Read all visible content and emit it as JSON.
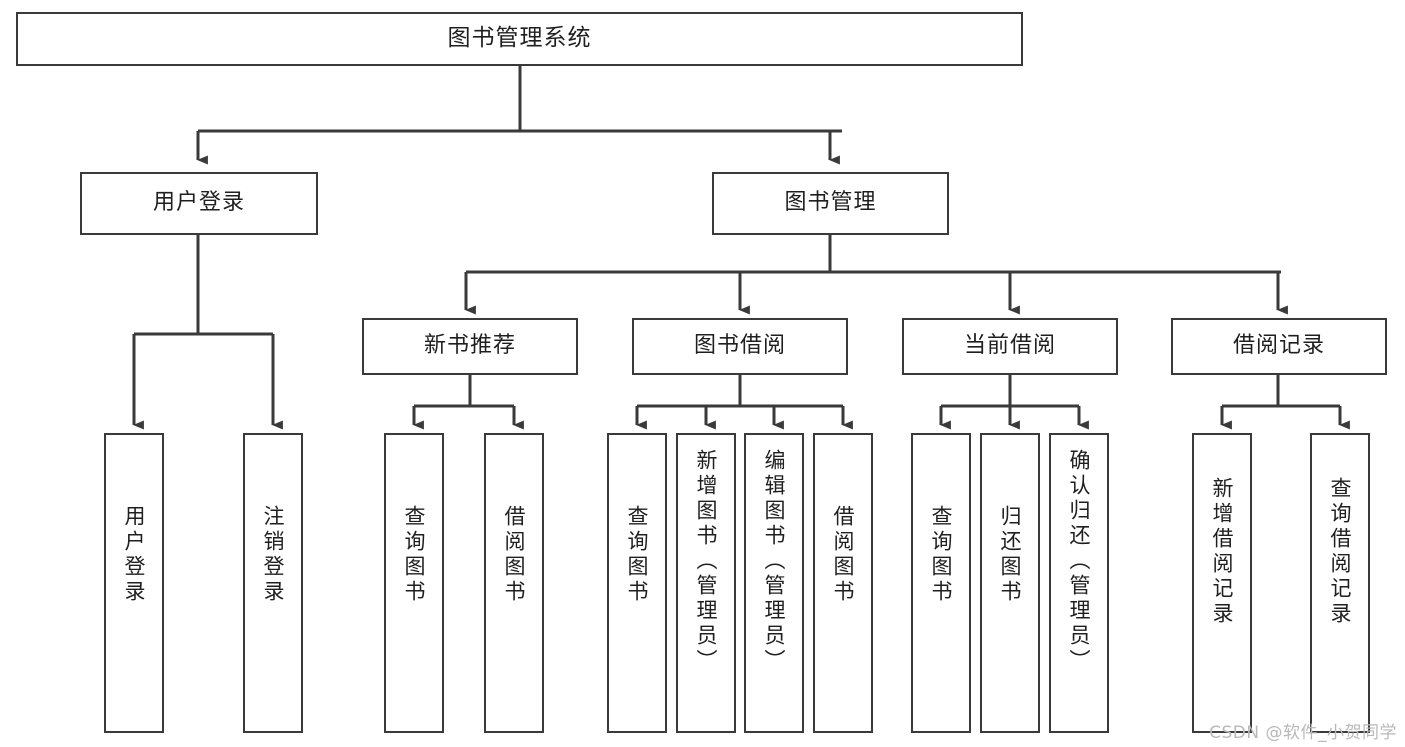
{
  "diagram": {
    "title": "图书管理系统",
    "type": "tree-hierarchy-chart",
    "colors": {
      "stroke": "#3a3a3a",
      "fill": "#ffffff",
      "text": "#1f1f1f",
      "watermark": "#b9b9b9"
    },
    "root": {
      "label": "图书管理系统"
    },
    "level2": [
      {
        "label": "用户登录"
      },
      {
        "label": "图书管理"
      }
    ],
    "level3": [
      {
        "label": "新书推荐"
      },
      {
        "label": "图书借阅"
      },
      {
        "label": "当前借阅"
      },
      {
        "label": "借阅记录"
      }
    ],
    "leaves": [
      {
        "label": "用户登录",
        "parent": "用户登录"
      },
      {
        "label": "注销登录",
        "parent": "用户登录"
      },
      {
        "label": "查询图书",
        "parent": "新书推荐"
      },
      {
        "label": "借阅图书",
        "parent": "新书推荐"
      },
      {
        "label": "查询图书",
        "parent": "图书借阅"
      },
      {
        "label": "新增图书（管理员）",
        "parent": "图书借阅"
      },
      {
        "label": "编辑图书（管理员）",
        "parent": "图书借阅"
      },
      {
        "label": "借阅图书",
        "parent": "图书借阅"
      },
      {
        "label": "查询图书",
        "parent": "当前借阅"
      },
      {
        "label": "归还图书",
        "parent": "当前借阅"
      },
      {
        "label": "确认归还（管理员）",
        "parent": "当前借阅"
      },
      {
        "label": "新增借阅记录",
        "parent": "借阅记录"
      },
      {
        "label": "查询借阅记录",
        "parent": "借阅记录"
      }
    ]
  },
  "watermark": {
    "text": "CSDN @软件_小贺同学"
  }
}
